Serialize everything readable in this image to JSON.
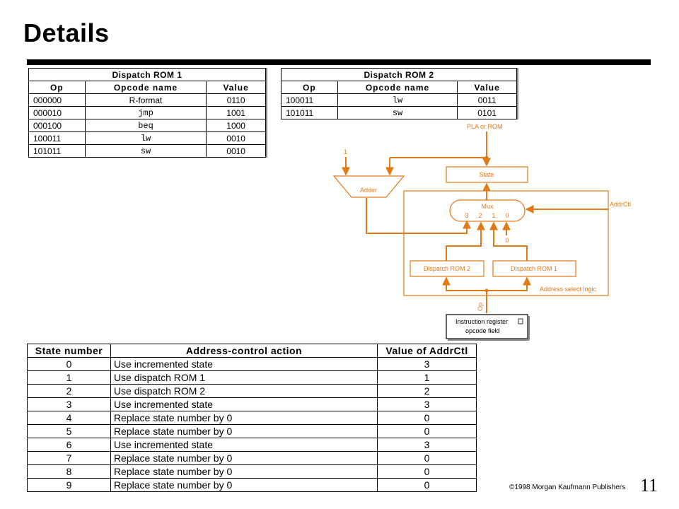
{
  "title": "Details",
  "rom1": {
    "caption": "Dispatch ROM 1",
    "headers": [
      "Op",
      "Opcode name",
      "Value"
    ],
    "rows": [
      [
        "000000",
        "R-format",
        "0110"
      ],
      [
        "000010",
        "jmp",
        "1001"
      ],
      [
        "000100",
        "beq",
        "1000"
      ],
      [
        "100011",
        "lw",
        "0010"
      ],
      [
        "101011",
        "sw",
        "0010"
      ]
    ]
  },
  "rom2": {
    "caption": "Dispatch ROM 2",
    "headers": [
      "Op",
      "Opcode name",
      "Value"
    ],
    "rows": [
      [
        "100011",
        "lw",
        "0011"
      ],
      [
        "101011",
        "sw",
        "0101"
      ]
    ]
  },
  "diagram": {
    "pla_label": "PLA or ROM",
    "one_label": "1",
    "state_label": "State",
    "adder_label": "Adder",
    "mux_label": "Mux",
    "mux_inputs": [
      "3",
      "2",
      "1",
      "0"
    ],
    "zero_label": "0",
    "addrctl_label": "AddrCtl",
    "rom2_label": "Dispatch ROM 2",
    "rom1_label": "Dispatch ROM 1",
    "select_logic_label": "Address select logic",
    "op_label": "Op",
    "ir_label_1": "Instruction register",
    "ir_label_2": "opcode field",
    "color_wire": "#e07a16"
  },
  "addr_table": {
    "headers": [
      "State number",
      "Address-control action",
      "Value of AddrCtl"
    ],
    "rows": [
      [
        "0",
        "Use incremented state",
        "3"
      ],
      [
        "1",
        "Use dispatch ROM 1",
        "1"
      ],
      [
        "2",
        "Use dispatch ROM 2",
        "2"
      ],
      [
        "3",
        "Use incremented state",
        "3"
      ],
      [
        "4",
        "Replace state number by 0",
        "0"
      ],
      [
        "5",
        "Replace state number by 0",
        "0"
      ],
      [
        "6",
        "Use incremented state",
        "3"
      ],
      [
        "7",
        "Replace state number by 0",
        "0"
      ],
      [
        "8",
        "Replace state number by 0",
        "0"
      ],
      [
        "9",
        "Replace state number by 0",
        "0"
      ]
    ]
  },
  "footer": {
    "copyright": "©1998 Morgan Kaufmann Publishers",
    "page_number": "11"
  }
}
